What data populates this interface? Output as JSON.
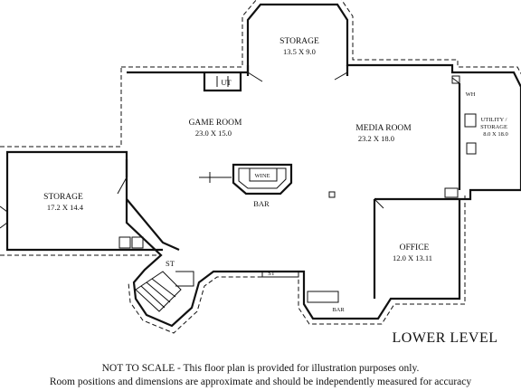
{
  "level_label": "LOWER LEVEL",
  "rooms": {
    "storage_top": {
      "name": "STORAGE",
      "dims": "13.5 X 9.0"
    },
    "game_room": {
      "name": "GAME ROOM",
      "dims": "23.0 X 15.0"
    },
    "media_room": {
      "name": "MEDIA ROOM",
      "dims": "23.2 X 18.0"
    },
    "storage_left": {
      "name": "STORAGE",
      "dims": "17.2 X 14.4"
    },
    "office": {
      "name": "OFFICE",
      "dims": "12.0 X 13.11"
    },
    "utility": {
      "name_line1": "UTILITY /",
      "name_line2": "STORAGE",
      "dims": "8.0 X 18.0"
    }
  },
  "fixtures": {
    "ut": "UT",
    "wh": "WH",
    "wine": "WINE",
    "bar_main": "BAR",
    "bar_lower": "BAR",
    "stair_left": "ST",
    "stair_right": "ST"
  },
  "footer": {
    "line1": "NOT TO SCALE - This floor plan is provided for illustration purposes only.",
    "line2": "Room positions and dimensions are approximate and should be independently measured for accuracy"
  }
}
